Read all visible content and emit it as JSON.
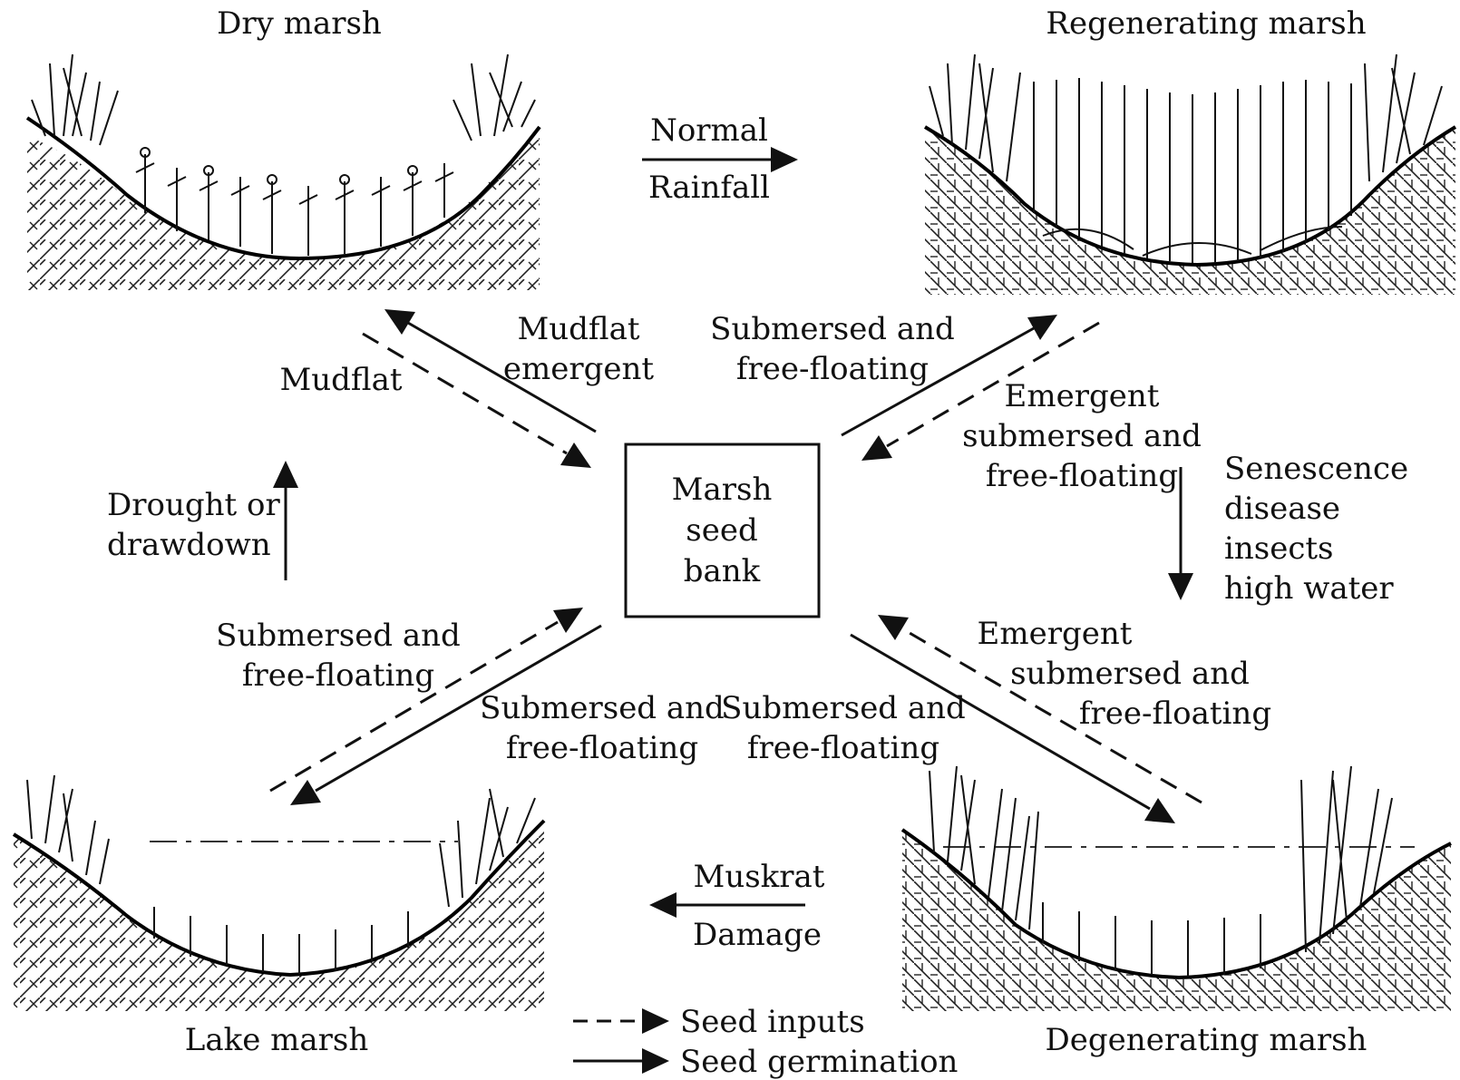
{
  "panels": {
    "dry_marsh": "Dry marsh",
    "regenerating_marsh": "Regenerating marsh",
    "lake_marsh": "Lake marsh",
    "degenerating_marsh": "Degenerating marsh"
  },
  "center": {
    "line1": "Marsh",
    "line2": "seed",
    "line3": "bank"
  },
  "transitions": {
    "normal": "Normal",
    "rainfall": "Rainfall",
    "drought": "Drought or",
    "drawdown": "drawdown",
    "senescence": "Senescence",
    "disease": "disease",
    "insects": "insects",
    "high_water": "high water",
    "muskrat": "Muskrat",
    "damage": "Damage"
  },
  "arrow_labels": {
    "mudflat": "Mudflat",
    "mudflat_emergent_1": "Mudflat",
    "mudflat_emergent_2": "emergent",
    "tr_germ_1": "Submersed and",
    "tr_germ_2": "free-floating",
    "tr_input_1": "Emergent",
    "tr_input_2": "submersed and",
    "tr_input_3": "free-floating",
    "bl_input_1": "Submersed and",
    "bl_input_2": "free-floating",
    "bl_germ_1": "Submersed and",
    "bl_germ_2": "free-floating",
    "br_germ_1": "Submersed and",
    "br_germ_2": "free-floating",
    "br_input_1": "Emergent",
    "br_input_2": "submersed and",
    "br_input_3": "free-floating"
  },
  "legend": {
    "seed_inputs": "Seed inputs",
    "seed_germination": "Seed germination"
  }
}
